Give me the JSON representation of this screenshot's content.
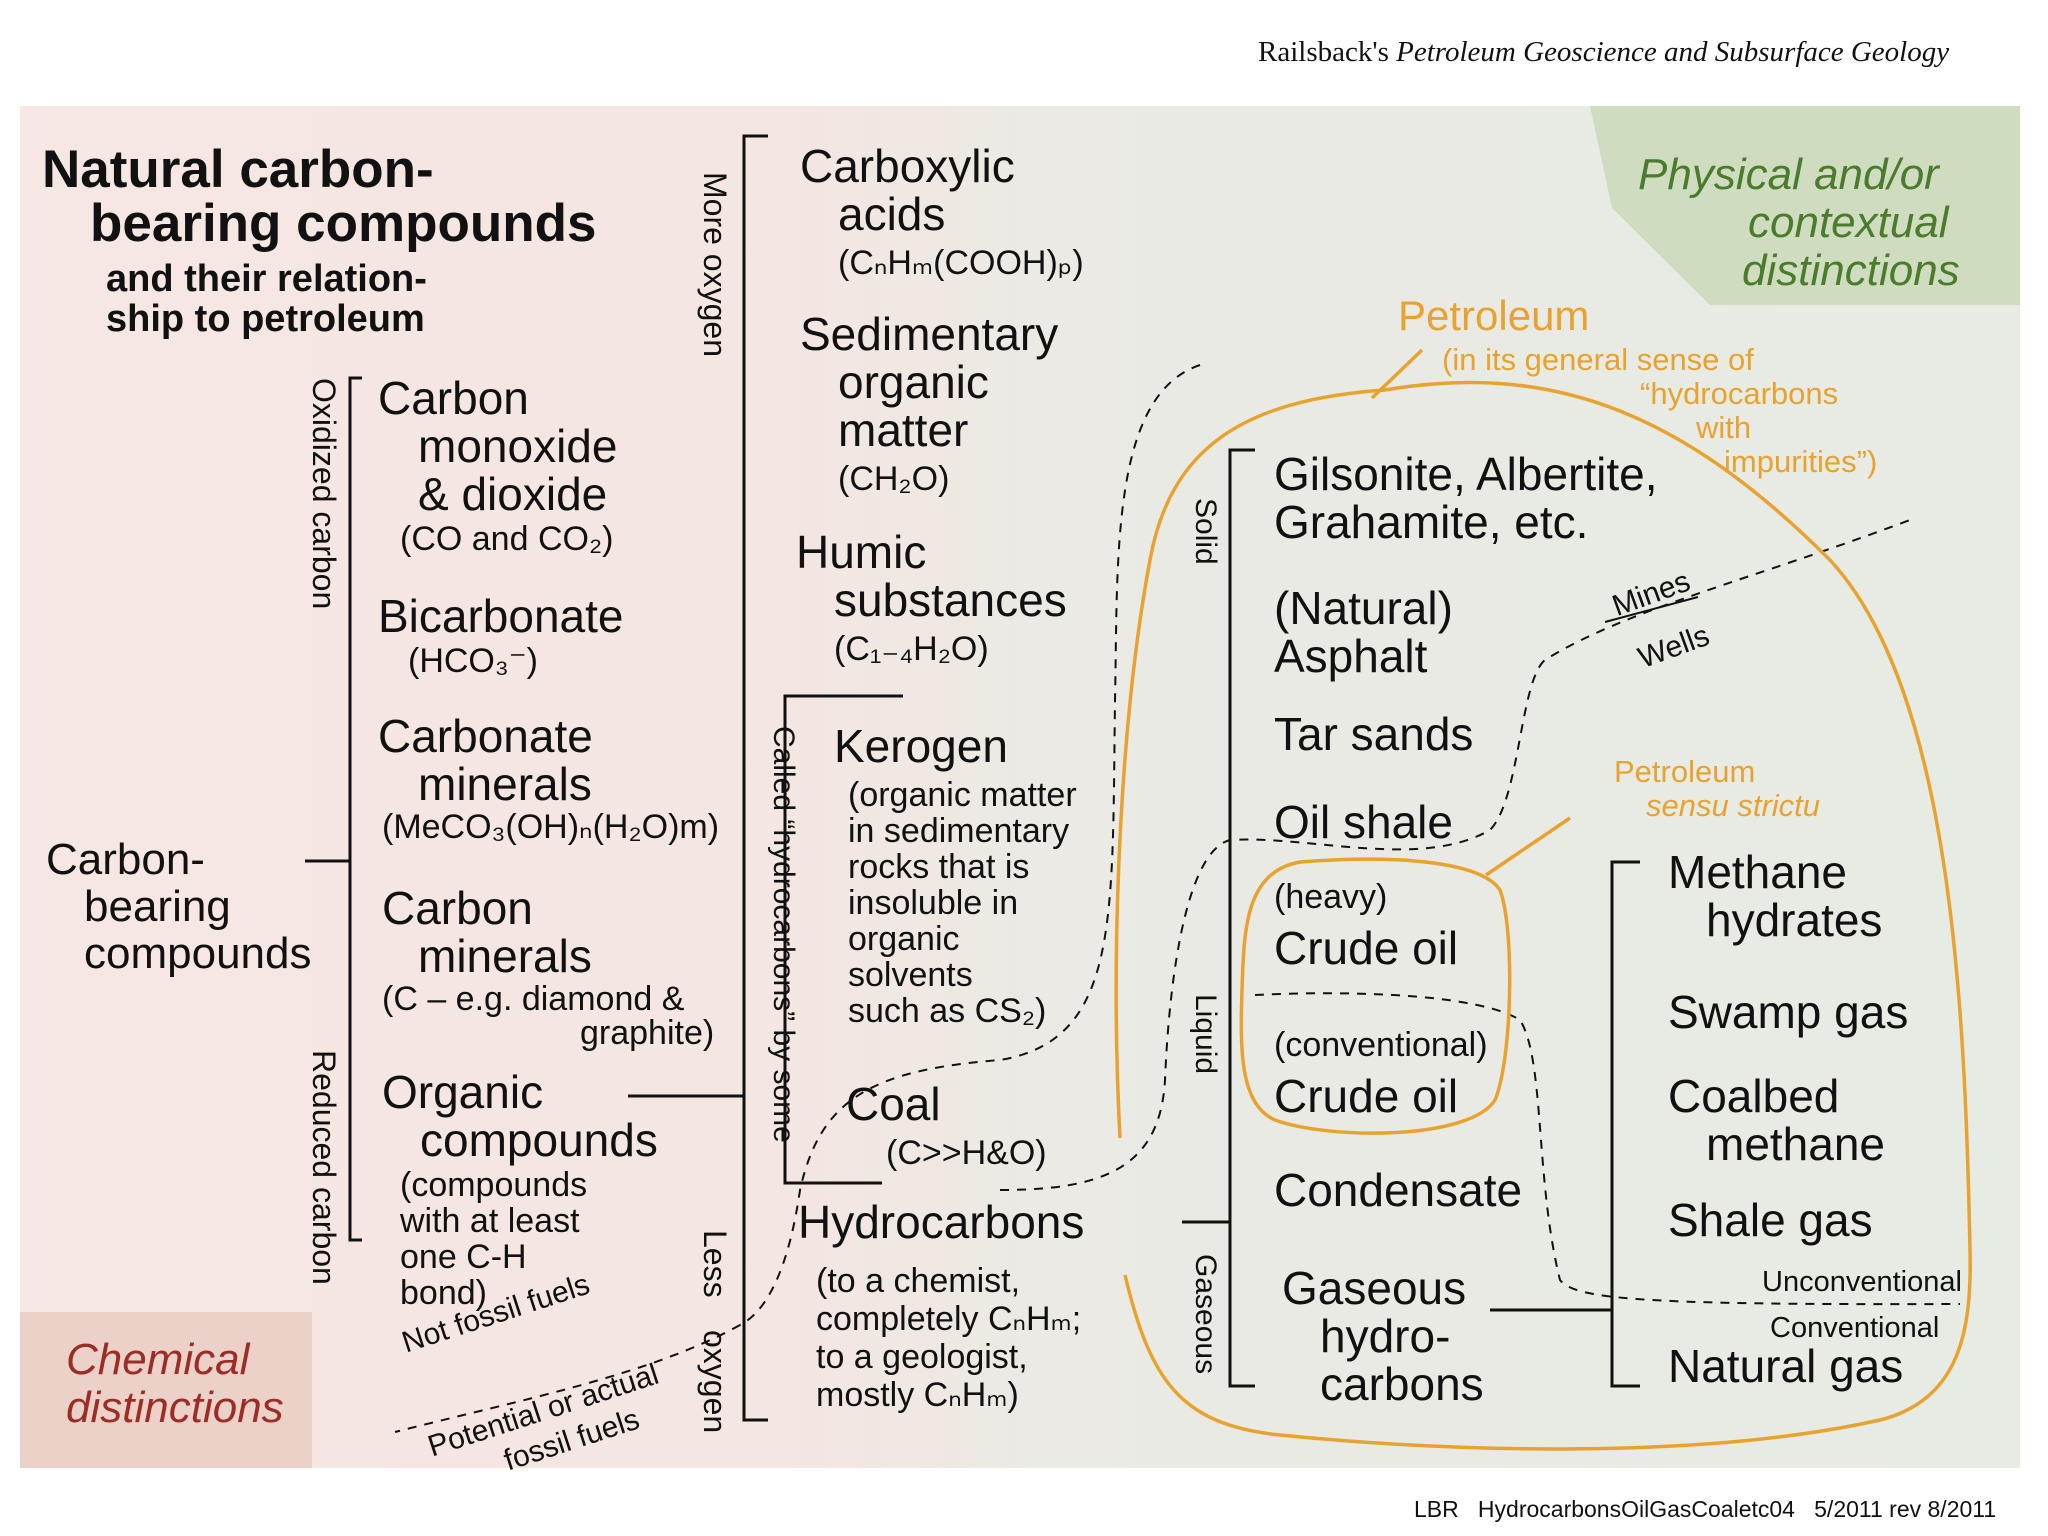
{
  "header": {
    "author": "Railsback's",
    "series_title": "Petroleum Geoscience and Subsurface Geology"
  },
  "title": {
    "line1": "Natural carbon-",
    "line2": "bearing compounds",
    "sub1": "and their relation-",
    "sub2": "ship to petroleum"
  },
  "physical_label": {
    "line1": "Physical and/or",
    "line2": "contextual",
    "line3": "distinctions"
  },
  "chemical_label": {
    "line1": "Chemical",
    "line2": "distinctions"
  },
  "root": {
    "line1": "Carbon-",
    "line2": "bearing",
    "line3": "compounds"
  },
  "oxidation": {
    "oxidized": "Oxidized carbon",
    "reduced": "Reduced carbon"
  },
  "oxidized_items": {
    "co": {
      "line1": "Carbon",
      "line2": "monoxide",
      "line3": "& dioxide",
      "formula": "(CO and CO₂)"
    },
    "bicarb": {
      "name": "Bicarbonate",
      "formula": "(HCO₃⁻)"
    },
    "carbonate": {
      "line1": "Carbonate",
      "line2": "minerals",
      "formula": "(MeCO₃(OH)ₙ(H₂O)m)"
    },
    "carbon_min": {
      "line1": "Carbon",
      "line2": "minerals",
      "formula1": "(C – e.g. diamond &",
      "formula2": "graphite)"
    },
    "organic": {
      "line1": "Organic",
      "line2": "compounds",
      "d1": "(compounds",
      "d2": "with at least",
      "d3": "one C-H",
      "d4": "bond)"
    }
  },
  "oxygen_axis": {
    "more": "More oxygen",
    "less1": "Less",
    "less2": "oxygen"
  },
  "called_label": "Called “hydrocarbons” by some",
  "fossil": {
    "not": "Not fossil fuels",
    "potential1": "Potential or actual",
    "potential2": "fossil fuels"
  },
  "organic_items": {
    "carboxylic": {
      "line1": "Carboxylic",
      "line2": "acids",
      "formula": "(CₙHₘ(COOH)ₚ)"
    },
    "som": {
      "line1": "Sedimentary",
      "line2": "organic",
      "line3": "matter",
      "formula": "(CH₂O)"
    },
    "humic": {
      "line1": "Humic",
      "line2": "substances",
      "formula": "(C₁₋₄H₂O)"
    },
    "kerogen": {
      "name": "Kerogen",
      "d1": "(organic matter",
      "d2": "in sedimentary",
      "d3": "rocks that is",
      "d4": "insoluble in",
      "d5": "organic",
      "d6": "solvents",
      "d7": "such as CS₂)"
    },
    "coal": {
      "name": "Coal",
      "formula": "(C>>H&O)"
    },
    "hydrocarbons": {
      "name": "Hydrocarbons",
      "d1": "(to a chemist,",
      "d2": "completely CₙHₘ;",
      "d3": "to a geologist,",
      "d4": "mostly CₙHₘ)"
    }
  },
  "phase": {
    "solid": "Solid",
    "liquid": "Liquid",
    "gaseous": "Gaseous"
  },
  "petroleum": {
    "title": "Petroleum",
    "g1": "(in its general sense of",
    "g2": "“hydrocarbons",
    "g3": "with",
    "g4": "impurities”)"
  },
  "strictu": {
    "line1": "Petroleum",
    "line2": "sensu strictu"
  },
  "solids": {
    "gilsonite1": "Gilsonite, Albertite,",
    "gilsonite2": "Grahamite, etc.",
    "asphalt1": "(Natural)",
    "asphalt2": "Asphalt",
    "tar": "Tar sands",
    "oil_shale": "Oil shale"
  },
  "liquids": {
    "heavy_q": "(heavy)",
    "heavy": "Crude oil",
    "conv_q": "(conventional)",
    "conv": "Crude oil",
    "condensate": "Condensate"
  },
  "gases": {
    "line1": "Gaseous",
    "line2": "hydro-",
    "line3": "carbons"
  },
  "access": {
    "mines": "Mines",
    "wells": "Wells"
  },
  "gas_types": {
    "methane1": "Methane",
    "methane2": "hydrates",
    "swamp": "Swamp gas",
    "coalbed1": "Coalbed",
    "coalbed2": "methane",
    "shale": "Shale gas",
    "unconventional": "Unconventional",
    "conventional": "Conventional",
    "natural": "Natural gas"
  },
  "footer": {
    "initials": "LBR",
    "file": "HydrocarbonsOilGasCoaletc04",
    "date": "5/2011 rev 8/2011"
  },
  "colors": {
    "left_bg": "#f6e7e2",
    "right_bg": "#e8ece6",
    "green_box": "#cfdcbf",
    "red_box": "#ecd1c9",
    "orange": "#e8a230",
    "green_text": "#4b7b2c",
    "red_text": "#9b2d26"
  }
}
